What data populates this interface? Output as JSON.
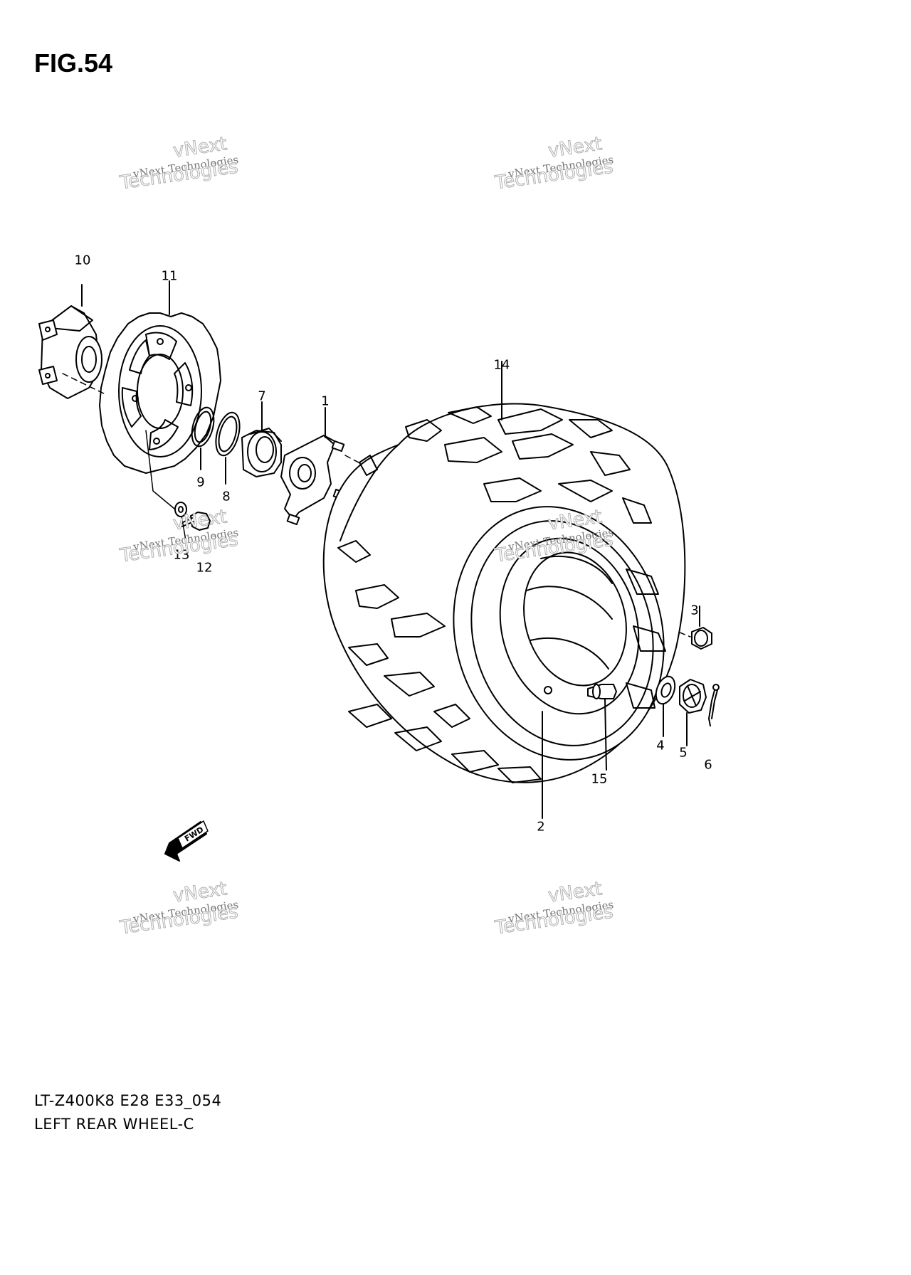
{
  "figure": {
    "title": "FIG.54",
    "model_code": "LT-Z400K8 E28 E33_054",
    "subtitle": "LEFT REAR WHEEL-C"
  },
  "watermarks": [
    {
      "small": "vNext Technologies",
      "big": "vNext",
      "big2": "Technologies"
    },
    {
      "small": "vNext Technologies",
      "big": "vNext",
      "big2": "Technologies"
    },
    {
      "small": "vNext Technologies",
      "big": "vNext",
      "big2": "Technologies"
    },
    {
      "small": "vNext Technologies",
      "big": "vNext",
      "big2": "Technologies"
    },
    {
      "small": "vNext Technologies",
      "big": "vNext",
      "big2": "Technologies"
    },
    {
      "small": "vNext Technologies",
      "big": "vNext",
      "big2": "Technologies"
    }
  ],
  "callouts": [
    "1",
    "2",
    "3",
    "4",
    "5",
    "6",
    "7",
    "8",
    "9",
    "10",
    "11",
    "12",
    "13",
    "14",
    "15"
  ],
  "fwd_label": "FWD"
}
